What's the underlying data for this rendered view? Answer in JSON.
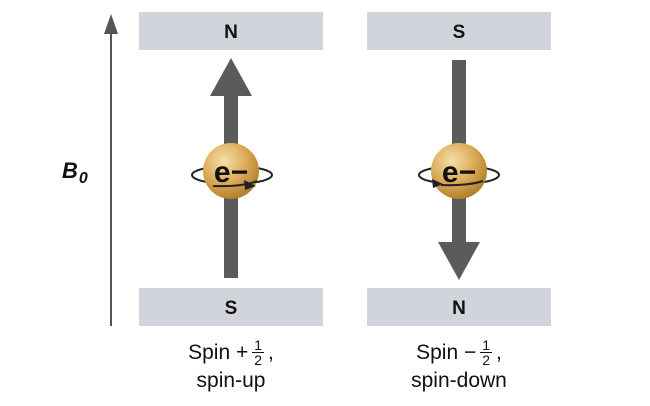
{
  "field": {
    "label": "B",
    "subscript": "0"
  },
  "panels": [
    {
      "top_pole": "N",
      "bottom_pole": "S",
      "electron": "e−",
      "caption": {
        "prefix": "Spin +",
        "numerator": "1",
        "denominator": "2",
        "suffix": ",",
        "name": "spin-up"
      }
    },
    {
      "top_pole": "S",
      "bottom_pole": "N",
      "electron": "e−",
      "caption": {
        "prefix": "Spin −",
        "numerator": "1",
        "denominator": "2",
        "suffix": ",",
        "name": "spin-down"
      }
    }
  ],
  "colors": {
    "magnet": "#d1d5db",
    "arrow": "#5b5b5b",
    "field_arrow": "#555555",
    "electron_light": "#f7dfa6",
    "electron_dark": "#b07f2c"
  },
  "icons": {
    "field_arrow": "arrow-up",
    "spin_up_arrow": "arrow-up",
    "spin_down_arrow": "arrow-down",
    "electron": "sphere",
    "rotation": "circular-arrow"
  }
}
